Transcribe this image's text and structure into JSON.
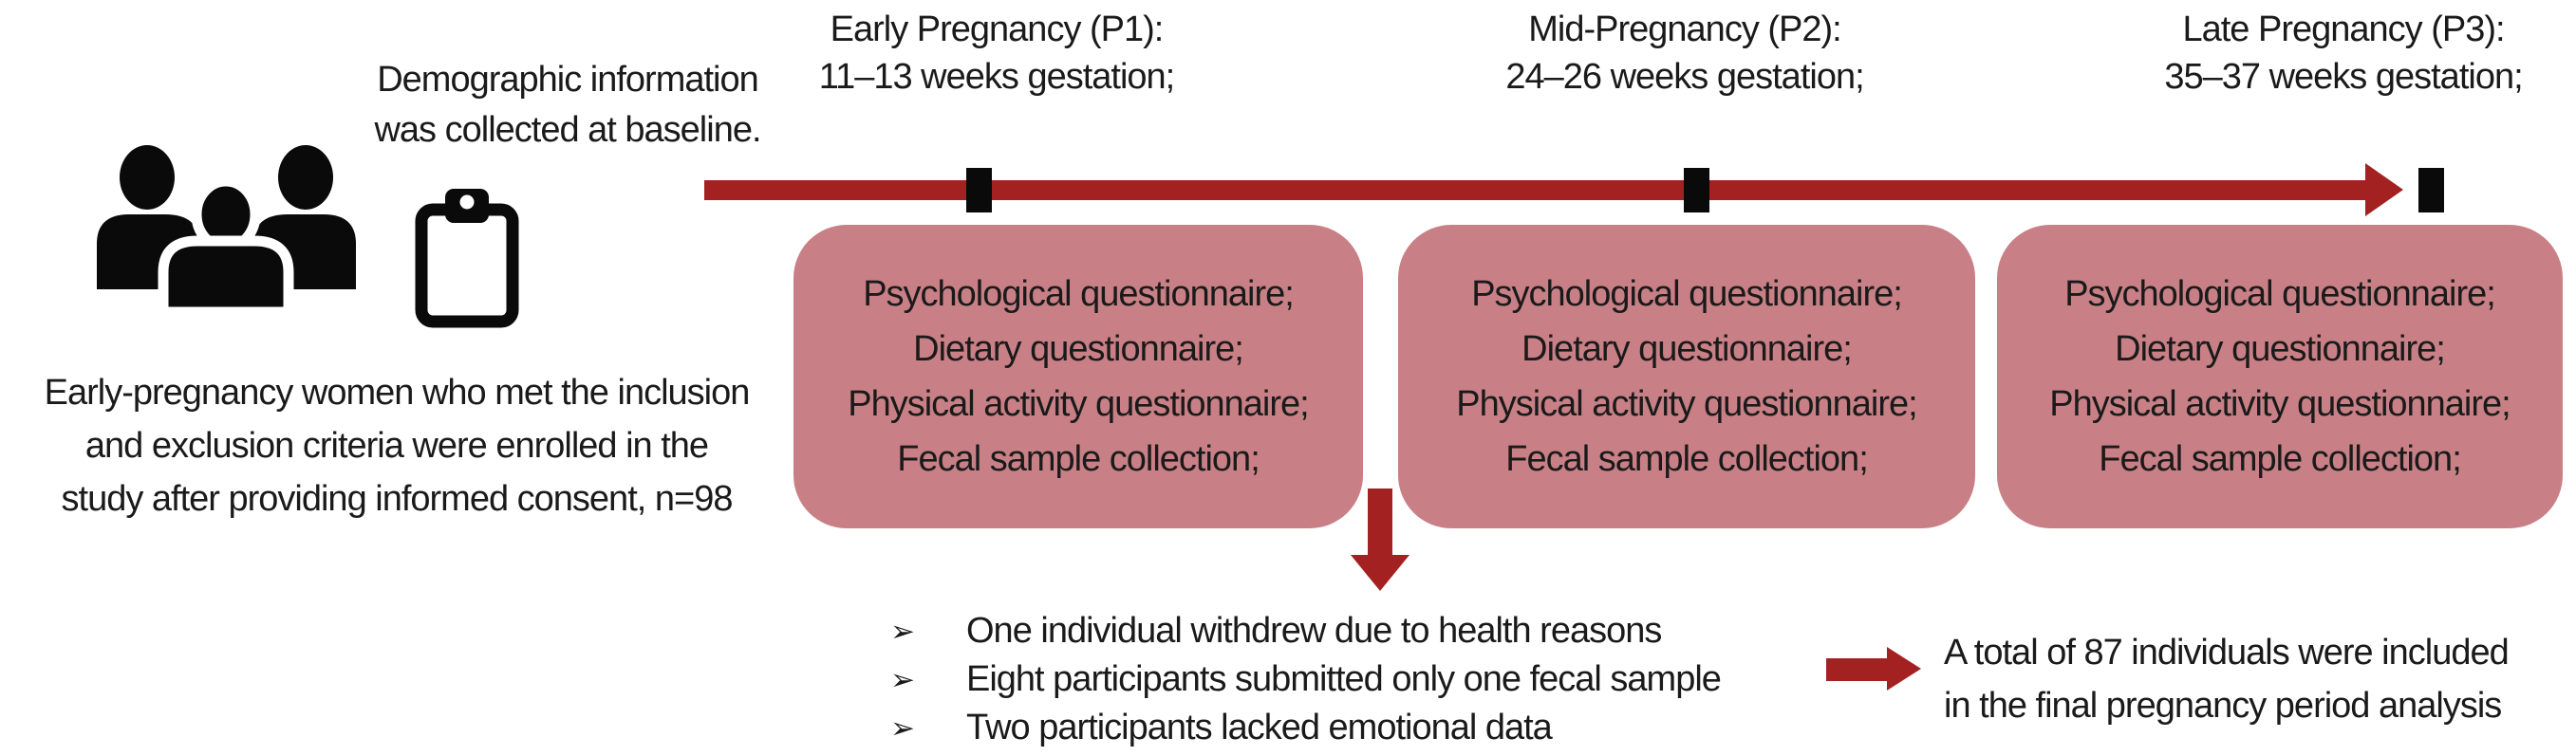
{
  "colors": {
    "dark_red": "#A32121",
    "pink_box": "#C88086",
    "text": "#1a1a1a",
    "icon_black": "#0a0a0a"
  },
  "baseline": {
    "line1": "Demographic information",
    "line2": "was collected at baseline."
  },
  "enrollment": {
    "line1": "Early-pregnancy women who met the inclusion",
    "line2": "and exclusion criteria were enrolled in the",
    "line3": "study after providing informed consent, n=98"
  },
  "phases": [
    {
      "title": "Early Pregnancy (P1):",
      "subtitle": "11–13 weeks gestation;"
    },
    {
      "title": "Mid-Pregnancy (P2):",
      "subtitle": "24–26 weeks gestation;"
    },
    {
      "title": "Late Pregnancy (P3):",
      "subtitle": "35–37 weeks gestation;"
    }
  ],
  "assessments": {
    "item1": "Psychological questionnaire;",
    "item2": "Dietary questionnaire;",
    "item3": "Physical activity questionnaire;",
    "item4": "Fecal sample collection;"
  },
  "exclusions": {
    "bullet_char": "➢",
    "item1": "One individual withdrew due to health reasons",
    "item2": "Eight participants submitted only one fecal sample",
    "item3": "Two participants lacked emotional data"
  },
  "final": {
    "line1": "A total of 87 individuals were included",
    "line2": "in the final pregnancy period analysis"
  }
}
